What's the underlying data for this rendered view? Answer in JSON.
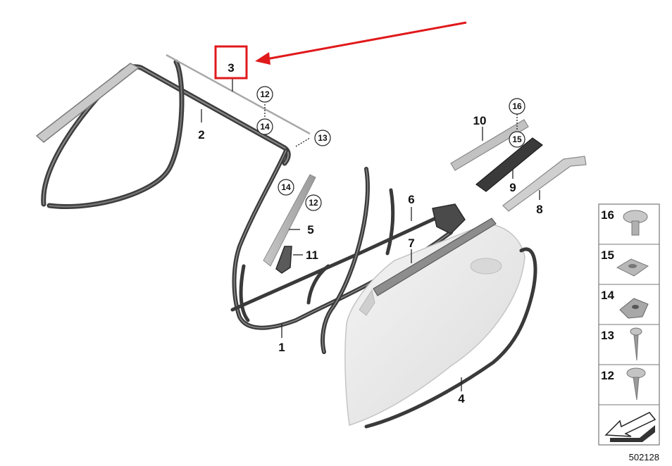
{
  "diagram_id": "502128",
  "highlight": {
    "label": "3",
    "color": "#e0191b"
  },
  "callouts": {
    "p1": "1",
    "p2": "2",
    "p3": "3",
    "p4": "4",
    "p5": "5",
    "p6": "6",
    "p7": "7",
    "p8": "8",
    "p9": "9",
    "p10": "10",
    "p11": "11"
  },
  "circle_callouts": {
    "c12a": "12",
    "c14a": "14",
    "c13": "13",
    "c16": "16",
    "c15": "15",
    "c14b": "14",
    "c12b": "12"
  },
  "legend": {
    "items": [
      {
        "num": "16",
        "part": "torx-screw-icon"
      },
      {
        "num": "15",
        "part": "nut-clip-icon"
      },
      {
        "num": "14",
        "part": "clip-icon"
      },
      {
        "num": "13",
        "part": "screw-icon"
      },
      {
        "num": "12",
        "part": "flange-screw-icon"
      }
    ],
    "direction_icon": "arrow-direction-icon"
  }
}
